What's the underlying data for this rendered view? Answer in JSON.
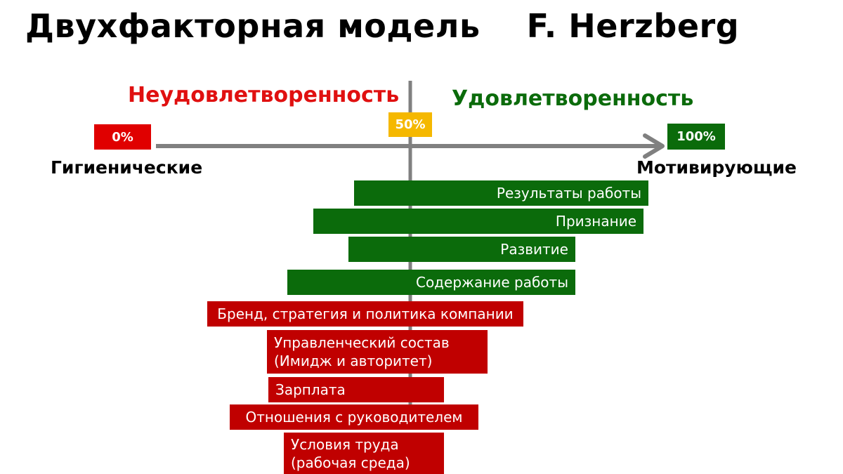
{
  "title": "Двухфакторная модель    F. Herzberg",
  "axis": {
    "negative_label": "Неудовлетворенность",
    "positive_label": "Удовлетворенность",
    "marker_start": "0%",
    "marker_mid": "50%",
    "marker_end": "100%",
    "left_end_label": "Гигиенические",
    "right_end_label": "Мотивирующие"
  },
  "colors": {
    "motivator": "#0b6b0b",
    "hygiene": "#c00000",
    "mid_marker": "#f5b800",
    "axis": "#808080",
    "negative_text": "#e01010",
    "positive_text": "#0b6b0b"
  },
  "factors": [
    {
      "label": "Результаты работы",
      "group": "motivator"
    },
    {
      "label": "Признание",
      "group": "motivator"
    },
    {
      "label": "Развитие",
      "group": "motivator"
    },
    {
      "label": "Содержание работы",
      "group": "motivator"
    },
    {
      "label": "Бренд, стратегия и политика компании",
      "group": "hygiene"
    },
    {
      "label": "Управленческий состав\n(Имидж и авторитет)",
      "group": "hygiene"
    },
    {
      "label": "Зарплата",
      "group": "hygiene"
    },
    {
      "label": "Отношения с руководителем",
      "group": "hygiene"
    },
    {
      "label": "Условия труда\n(рабочая среда)",
      "group": "hygiene"
    }
  ]
}
